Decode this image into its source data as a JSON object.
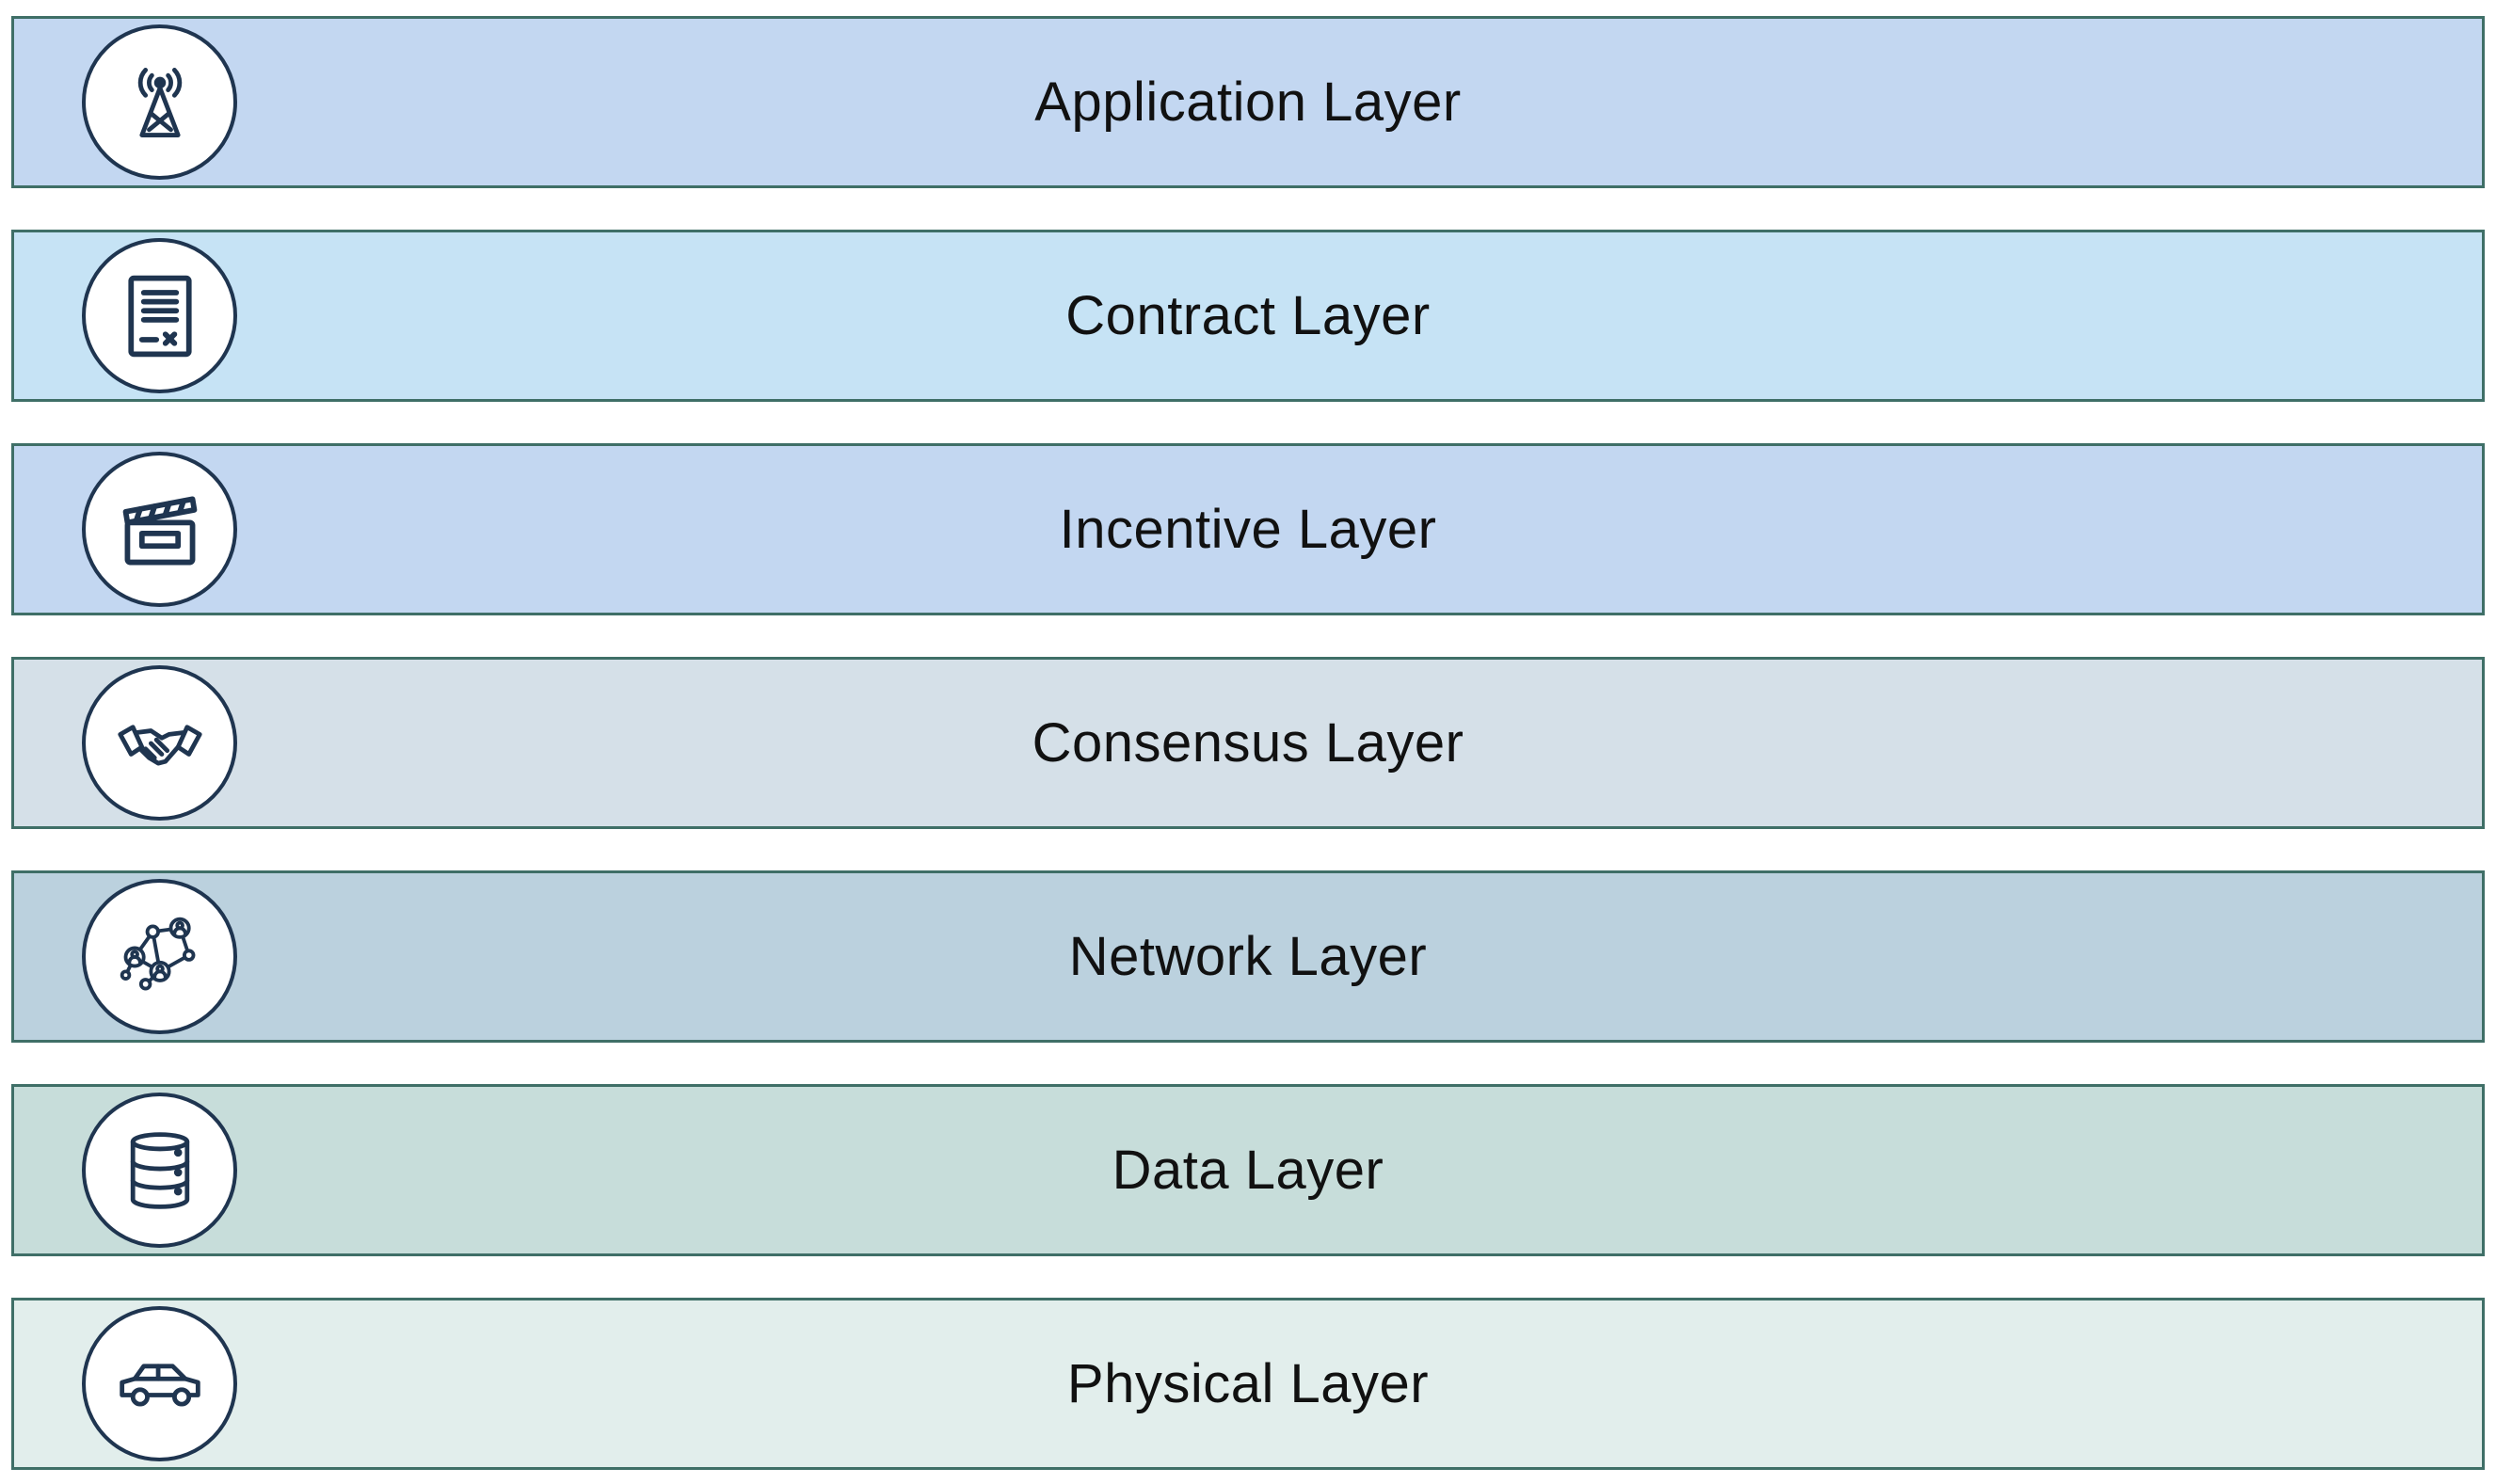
{
  "diagram": {
    "layers": [
      {
        "id": "application",
        "label": "Application Layer",
        "icon": "radio-tower-icon",
        "color": "#c3d7f1"
      },
      {
        "id": "contract",
        "label": "Contract Layer",
        "icon": "contract-document-icon",
        "color": "#c6e3f5"
      },
      {
        "id": "incentive",
        "label": "Incentive Layer",
        "icon": "clapperboard-icon",
        "color": "#c3d7f1"
      },
      {
        "id": "consensus",
        "label": "Consensus Layer",
        "icon": "handshake-icon",
        "color": "#d5e0e8"
      },
      {
        "id": "network",
        "label": "Network Layer",
        "icon": "network-icon",
        "color": "#bbd1de"
      },
      {
        "id": "data",
        "label": "Data Layer",
        "icon": "database-icon",
        "color": "#c7ddda"
      },
      {
        "id": "physical",
        "label": "Physical Layer",
        "icon": "car-icon",
        "color": "#e2eeec"
      }
    ],
    "icon_color": "#1f3550",
    "border_color": "#3f6f67"
  }
}
